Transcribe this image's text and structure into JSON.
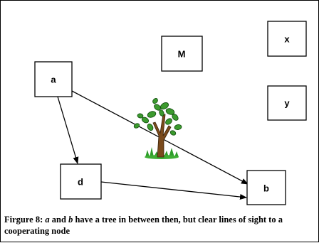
{
  "diagram": {
    "nodes": {
      "a": "a",
      "M": "M",
      "x": "x",
      "y": "y",
      "d": "d",
      "b": "b"
    },
    "obstacle_icon": "tree-icon"
  },
  "caption": {
    "prefix": "Firgure 8: ",
    "node1": "a",
    "and_text": " and ",
    "node2": "b",
    "rest": " have a tree in between then, but clear lines of sight to a cooperating node"
  }
}
